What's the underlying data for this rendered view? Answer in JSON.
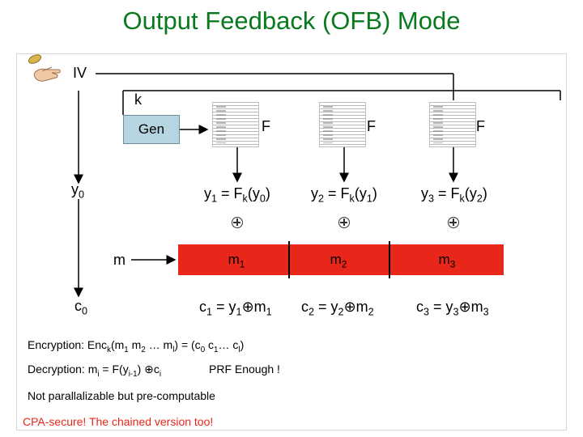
{
  "title": "Output Feedback (OFB) Mode",
  "labels": {
    "iv": "IV",
    "k": "k",
    "gen": "Gen",
    "f": "F",
    "y0": "y",
    "y0_sub": "0",
    "m": "m",
    "c0": "c",
    "c0_sub": "0"
  },
  "blocks": [
    {
      "y_main": "y",
      "y_sub": "1",
      "eq": "= F",
      "k": "k",
      "arg": "(y",
      "arg_sub": "0",
      "close": ")",
      "m": "m",
      "m_sub": "1",
      "c": "c",
      "c_sub": "1",
      "c_eq": "= y",
      "c_y_sub": "1",
      "c_m": "m",
      "c_m_sub": "1"
    },
    {
      "y_main": "y",
      "y_sub": "2",
      "eq": "= F",
      "k": "k",
      "arg": "(y",
      "arg_sub": "1",
      "close": ")",
      "m": "m",
      "m_sub": "2",
      "c": "c",
      "c_sub": "2",
      "c_eq": "= y",
      "c_y_sub": "2",
      "c_m": "m",
      "c_m_sub": "2"
    },
    {
      "y_main": "y",
      "y_sub": "3",
      "eq": "= F",
      "k": "k",
      "arg": "(y",
      "arg_sub": "2",
      "close": ")",
      "m": "m",
      "m_sub": "3",
      "c": "c",
      "c_sub": "3",
      "c_eq": "= y",
      "c_y_sub": "3",
      "c_m": "m",
      "c_m_sub": "3"
    }
  ],
  "notes": {
    "enc_prefix": "Encryption: Enc",
    "enc_k": "k",
    "enc_open": "(m",
    "enc_m1": "1",
    "enc_mid": " m",
    "enc_m2": "2",
    "enc_dots": " … m",
    "enc_ml": "l",
    "enc_eq": ") = (c",
    "enc_c0": "0",
    "enc_c": " c",
    "enc_c1": "1",
    "enc_dots2": "… c",
    "enc_cl": "l",
    "enc_close": ")",
    "dec_prefix": "Decryption: m",
    "dec_i": "i",
    "dec_eq": " = F(y",
    "dec_im1": "i-1",
    "dec_rest": ") ",
    "dec_c": "c",
    "dec_ci": "i",
    "prf": "PRF Enough !",
    "parallel": "Not parallalizable but pre-computable",
    "cpa": "CPA-secure! The chained version too!"
  },
  "colors": {
    "title": "#0a7a1e",
    "accent_red": "#e8261a",
    "gen_box": "#b5d5e0"
  }
}
